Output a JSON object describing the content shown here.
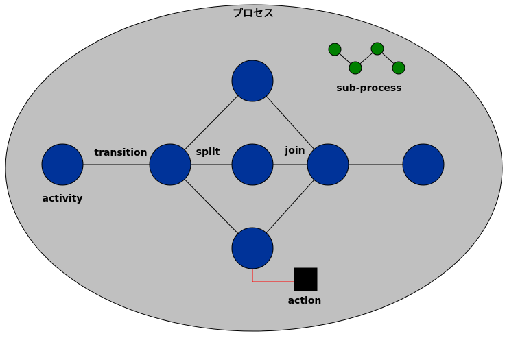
{
  "diagram": {
    "title": "プロセス",
    "labels": {
      "transition": "transition",
      "split": "split",
      "join": "join",
      "activity": "activity",
      "sub_process": "sub-process",
      "action": "action"
    },
    "colors": {
      "background": "#ffffff",
      "process_fill": "#c0c0c0",
      "process_stroke": "#000000",
      "activity_fill": "#003399",
      "subprocess_fill": "#008000",
      "action_fill": "#000000",
      "edge": "#000000",
      "action_link": "#ff0000"
    }
  }
}
